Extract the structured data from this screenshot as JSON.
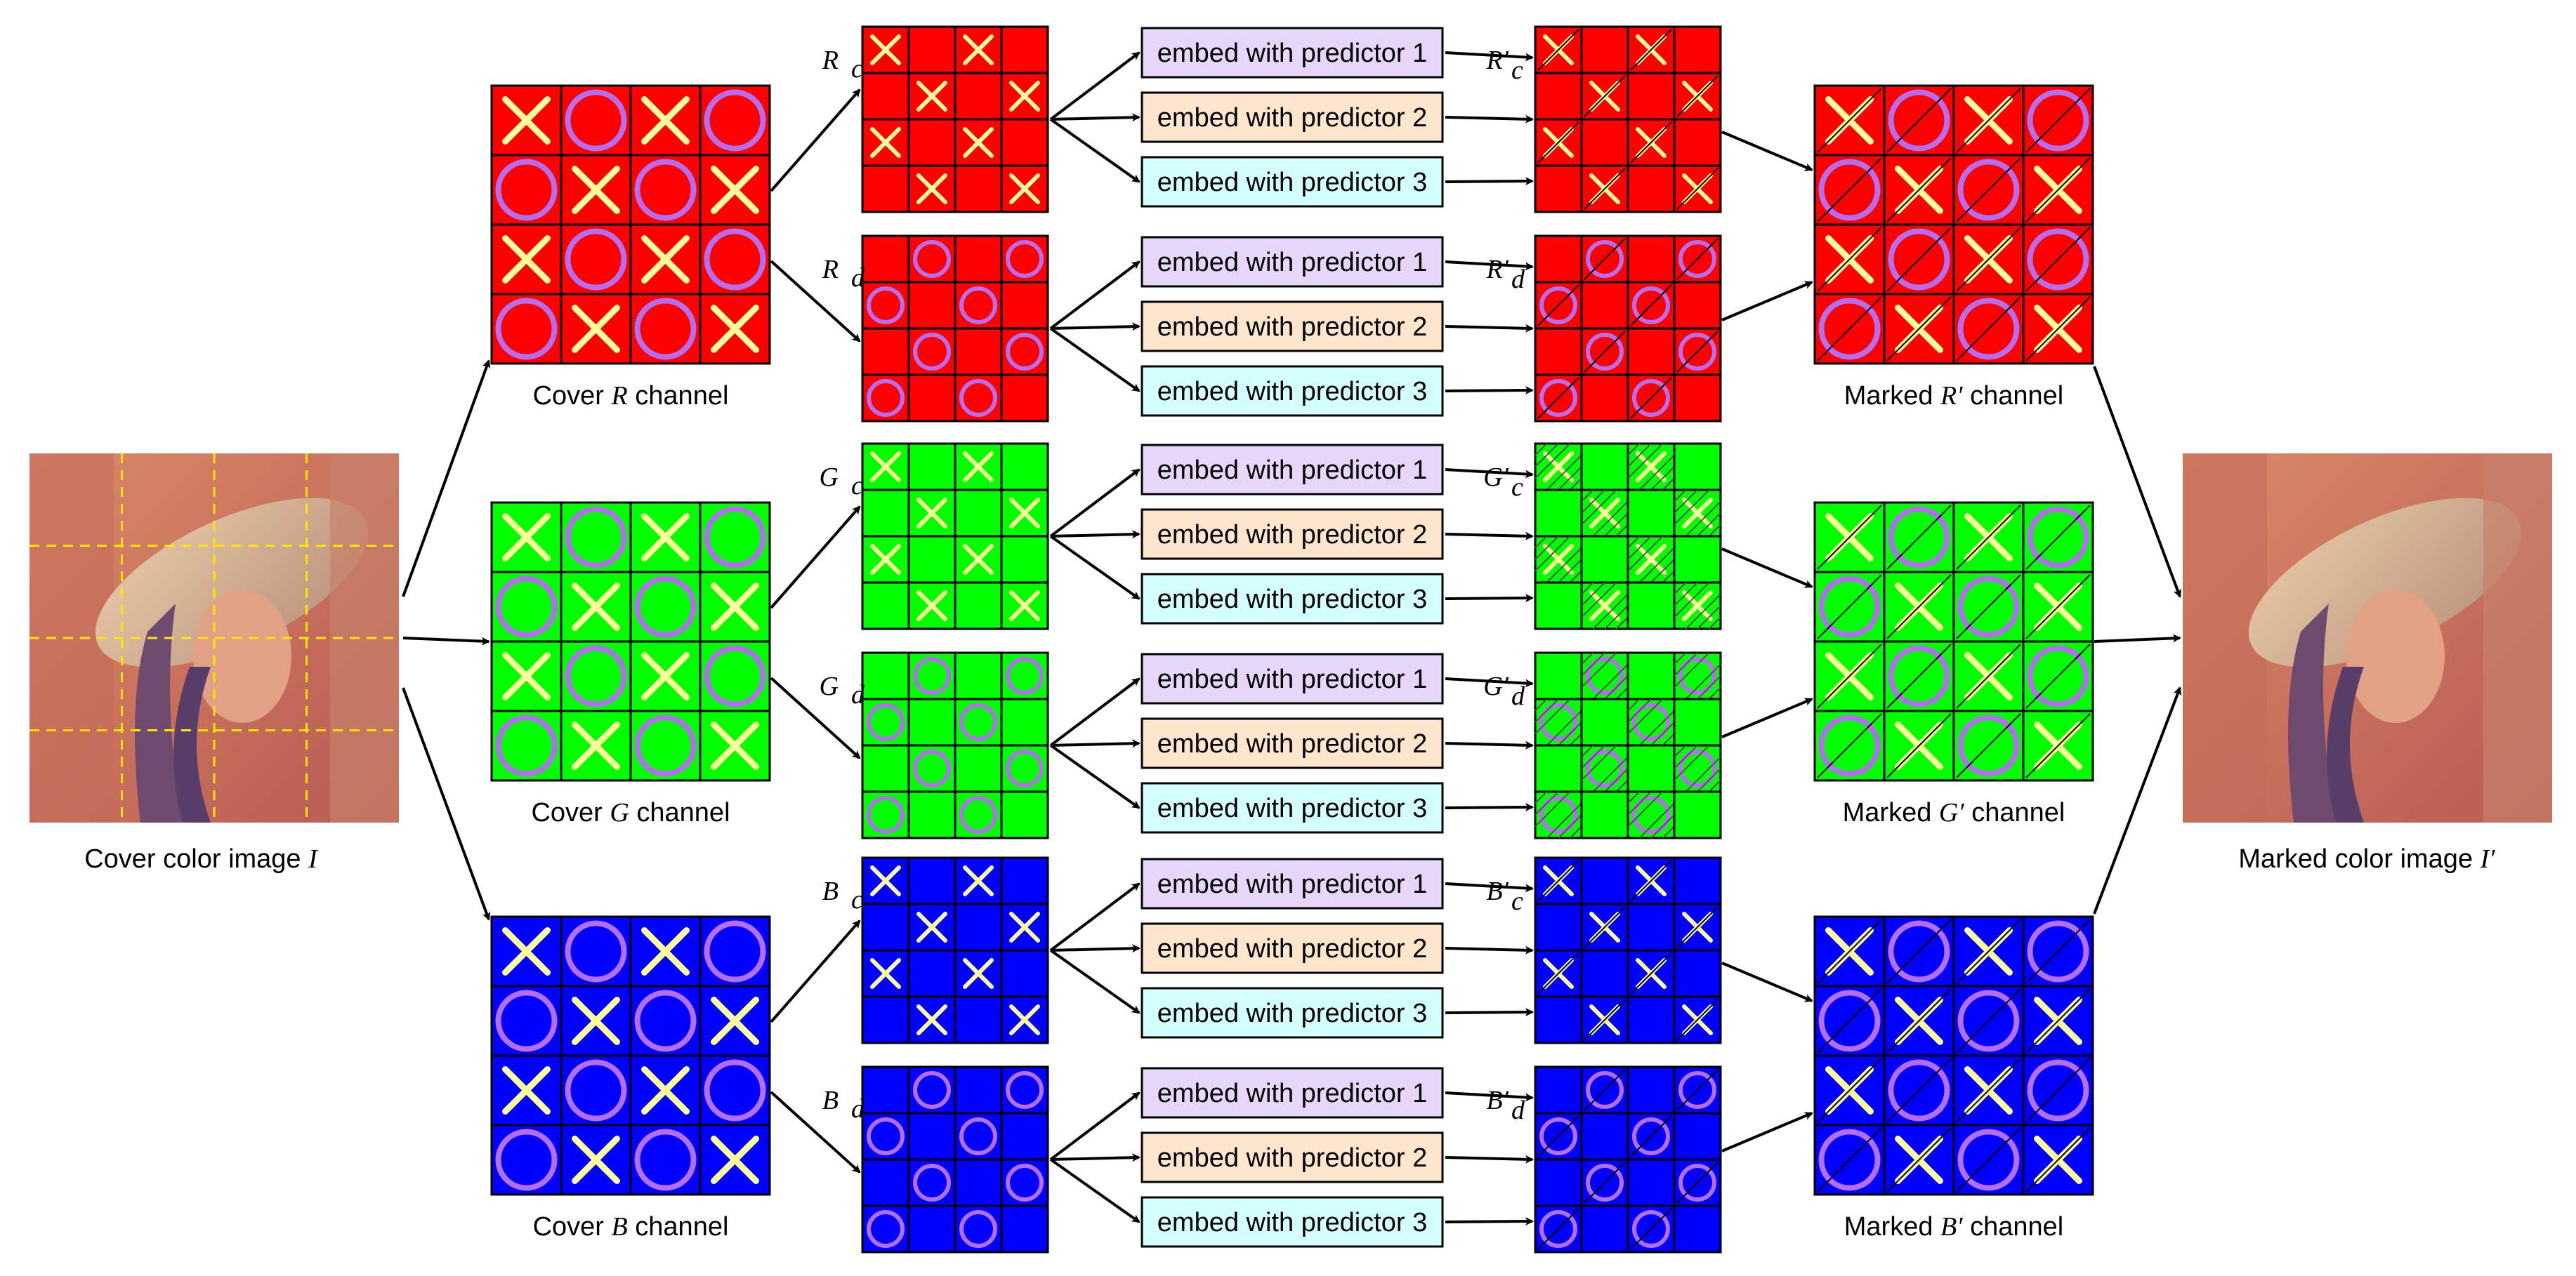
{
  "colors": {
    "red": "#ff0000",
    "green": "#00ff00",
    "blue": "#0000ff",
    "cross": "#ffff99",
    "circle": "#b46ef0",
    "predictor1": "#e6d7fa",
    "predictor2": "#fde6cc",
    "predictor3": "#d4ffff",
    "photo_dash": "#ffe600"
  },
  "input": {
    "caption_text": "Cover color image ",
    "caption_math": "I"
  },
  "output": {
    "caption_text": "Marked color image ",
    "caption_math": "I′"
  },
  "predictors": [
    {
      "label": "embed with predictor 1"
    },
    {
      "label": "embed with predictor 2"
    },
    {
      "label": "embed with predictor 3"
    }
  ],
  "channels": [
    {
      "key": "R",
      "color_name": "red",
      "cover_caption": {
        "pre": "Cover ",
        "math": "R",
        "post": " channel"
      },
      "marked_caption": {
        "pre": "Marked ",
        "math": "R′",
        "post": " channel"
      },
      "sets": [
        {
          "type": "cross",
          "label_main": "R",
          "label_sub": "c",
          "marked_main": "R′",
          "marked_sub": "c"
        },
        {
          "type": "circle",
          "label_main": "R",
          "label_sub": "d",
          "marked_main": "R′",
          "marked_sub": "d"
        }
      ]
    },
    {
      "key": "G",
      "color_name": "green",
      "cover_caption": {
        "pre": "Cover ",
        "math": "G",
        "post": " channel"
      },
      "marked_caption": {
        "pre": "Marked ",
        "math": "G′",
        "post": " channel"
      },
      "sets": [
        {
          "type": "cross",
          "label_main": "G",
          "label_sub": "c",
          "marked_main": "G′",
          "marked_sub": "c"
        },
        {
          "type": "circle",
          "label_main": "G",
          "label_sub": "d",
          "marked_main": "G′",
          "marked_sub": "d"
        }
      ]
    },
    {
      "key": "B",
      "color_name": "blue",
      "cover_caption": {
        "pre": "Cover ",
        "math": "B",
        "post": " channel"
      },
      "marked_caption": {
        "pre": "Marked ",
        "math": "B′",
        "post": " channel"
      },
      "sets": [
        {
          "type": "cross",
          "label_main": "B",
          "label_sub": "c",
          "marked_main": "B′",
          "marked_sub": "c"
        },
        {
          "type": "circle",
          "label_main": "B",
          "label_sub": "d",
          "marked_main": "B′",
          "marked_sub": "d"
        }
      ]
    }
  ]
}
